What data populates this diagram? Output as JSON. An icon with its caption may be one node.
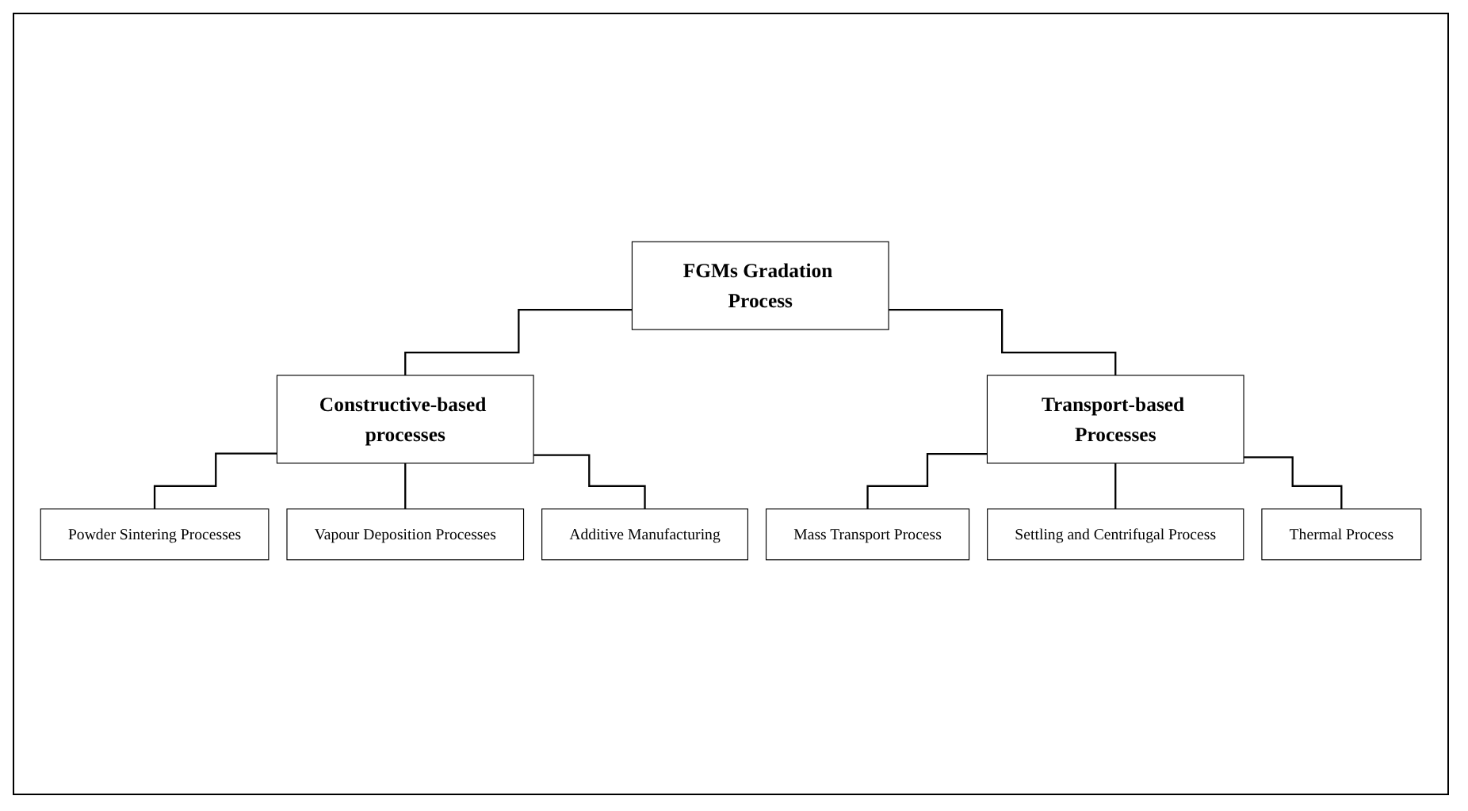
{
  "diagram": {
    "nodes": [
      {
        "text": [
          "FGMs Gradation Process"
        ]
      },
      {
        "text": [
          "Constructive-based processes"
        ]
      },
      {
        "text": [
          "Powder Sintering Processes"
        ]
      },
      {
        "text": [
          "Vapour Deposition Processes"
        ]
      },
      {
        "text": [
          "Additive Manufacturing"
        ]
      },
      {
        "text": [
          "Transport-based Processes"
        ]
      },
      {
        "text": [
          "Mass Transport Process"
        ]
      },
      {
        "text": [
          "Settling and Centrifugal Process"
        ]
      },
      {
        "text": [
          "Thermal Process"
        ]
      }
    ],
    "edges": [
      {
        "from": 0,
        "to": 1,
        "arrow": "none"
      },
      {
        "from": 0,
        "to": 5,
        "arrow": "none"
      },
      {
        "from": 1,
        "to": 2,
        "arrow": "none"
      },
      {
        "from": 1,
        "to": 3,
        "arrow": "none"
      },
      {
        "from": 1,
        "to": 4,
        "arrow": "none"
      },
      {
        "from": 5,
        "to": 6,
        "arrow": "none"
      },
      {
        "from": 5,
        "to": 7,
        "arrow": "none"
      },
      {
        "from": 5,
        "to": 8,
        "arrow": "none"
      }
    ]
  }
}
